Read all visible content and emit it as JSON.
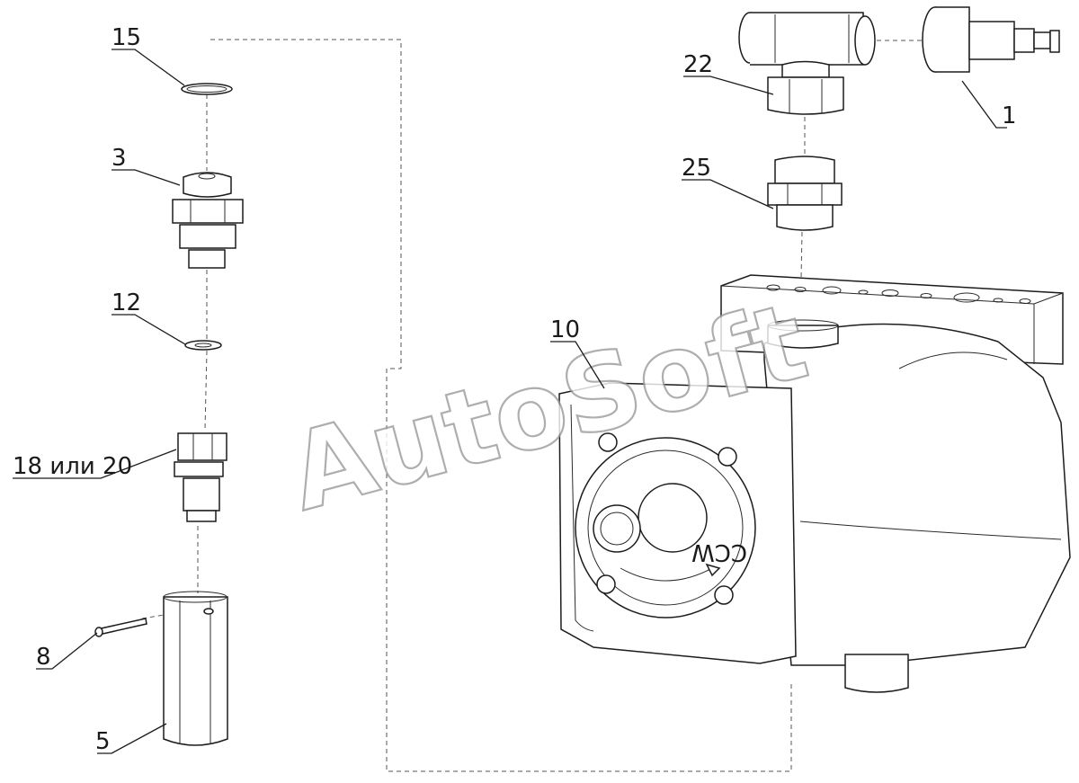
{
  "watermark": "AutoSoft",
  "callouts": [
    {
      "id": "c15",
      "text": "15"
    },
    {
      "id": "c3",
      "text": "3"
    },
    {
      "id": "c12",
      "text": "12"
    },
    {
      "id": "c18",
      "text": "18 или 20"
    },
    {
      "id": "c8",
      "text": "8"
    },
    {
      "id": "c5",
      "text": "5"
    },
    {
      "id": "c22",
      "text": "22"
    },
    {
      "id": "c1",
      "text": "1"
    },
    {
      "id": "c25",
      "text": "25"
    },
    {
      "id": "c10",
      "text": "10"
    }
  ],
  "pump_marking": "CCW"
}
